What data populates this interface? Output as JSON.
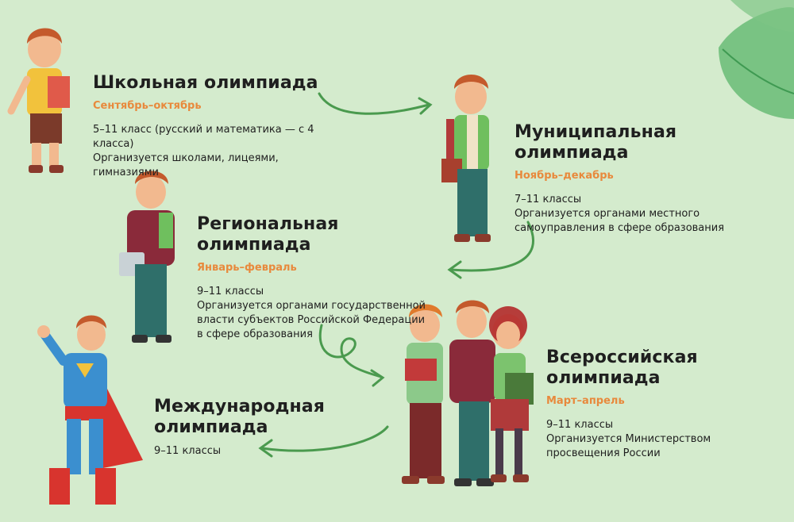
{
  "colors": {
    "background": "#d4ebcd",
    "arrow": "#4a9a4e",
    "period": "#e8893c",
    "text": "#1f1f1f"
  },
  "stages": [
    {
      "id": "school",
      "title": "Школьная олимпиада",
      "period": "Сентябрь–октябрь",
      "lines": [
        "5–11 класс (русский и математика — с 4 класса)",
        "Организуется школами, лицеями, гимназиями"
      ]
    },
    {
      "id": "municipal",
      "title": "Муниципальная олимпиада",
      "period": "Ноябрь–декабрь",
      "lines": [
        "7–11 классы",
        "Организуется органами местного",
        "самоуправления в сфере образования"
      ]
    },
    {
      "id": "regional",
      "title": "Региональная олимпиада",
      "period": "Январь–февраль",
      "lines": [
        "9–11 классы",
        "Организуется органами государственной",
        "власти субъектов Российской Федерации",
        "в сфере образования"
      ]
    },
    {
      "id": "allrussian",
      "title": "Всероссийская олимпиада",
      "period": "Март–апрель",
      "lines": [
        "9–11 классы",
        "Организуется Министерством",
        "просвещения России"
      ]
    },
    {
      "id": "international",
      "title_lines": [
        "Международная",
        "олимпиада"
      ],
      "lines": [
        "9–11 классы"
      ]
    }
  ]
}
